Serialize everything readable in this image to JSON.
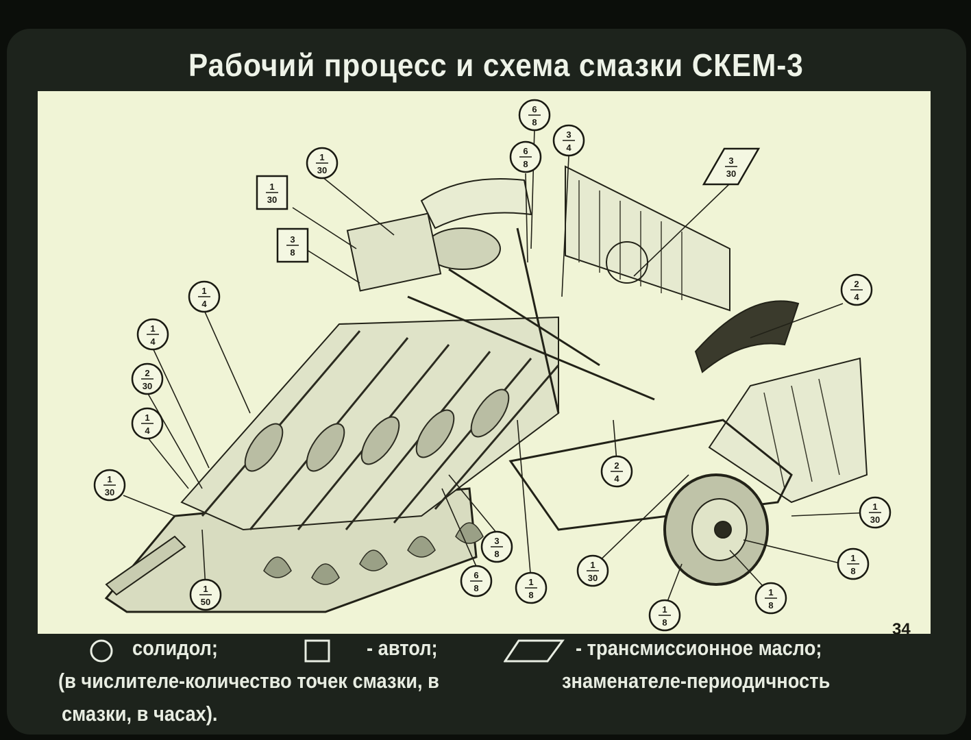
{
  "title": "Рабочий процесс и схема смазки СКЕМ-3",
  "page_number": "34",
  "legend": {
    "circle_label": "солидол;",
    "square_label": "- автол;",
    "parallelogram_label": "- трансмиссионное масло;",
    "line2_a": "(в числителе-количество точек смазки, в",
    "line2_b": "знаменателе-периодичность",
    "line3": "смазки, в часах)."
  },
  "callouts": [
    {
      "id": "c1",
      "shape": "circle",
      "num": "6",
      "den": "8"
    },
    {
      "id": "c2",
      "shape": "circle",
      "num": "3",
      "den": "4"
    },
    {
      "id": "c3",
      "shape": "circle",
      "num": "6",
      "den": "8"
    },
    {
      "id": "c4",
      "shape": "circle",
      "num": "1",
      "den": "30"
    },
    {
      "id": "c5",
      "shape": "square",
      "num": "1",
      "den": "30"
    },
    {
      "id": "c6",
      "shape": "square",
      "num": "3",
      "den": "8"
    },
    {
      "id": "c7",
      "shape": "parallelogram",
      "num": "3",
      "den": "30"
    },
    {
      "id": "c8",
      "shape": "circle",
      "num": "1",
      "den": "4"
    },
    {
      "id": "c9",
      "shape": "circle",
      "num": "1",
      "den": "4"
    },
    {
      "id": "c10",
      "shape": "circle",
      "num": "2",
      "den": "30"
    },
    {
      "id": "c11",
      "shape": "circle",
      "num": "1",
      "den": "4"
    },
    {
      "id": "c12",
      "shape": "circle",
      "num": "1",
      "den": "30"
    },
    {
      "id": "c13",
      "shape": "circle",
      "num": "2",
      "den": "4"
    },
    {
      "id": "c14",
      "shape": "circle",
      "num": "2",
      "den": "4"
    },
    {
      "id": "c15",
      "shape": "circle",
      "num": "1",
      "den": "30"
    },
    {
      "id": "c16",
      "shape": "circle",
      "num": "1",
      "den": "8"
    },
    {
      "id": "c17",
      "shape": "circle",
      "num": "1",
      "den": "8"
    },
    {
      "id": "c18",
      "shape": "circle",
      "num": "1",
      "den": "30"
    },
    {
      "id": "c19",
      "shape": "circle",
      "num": "1",
      "den": "8"
    },
    {
      "id": "c20",
      "shape": "circle",
      "num": "1",
      "den": "8"
    },
    {
      "id": "c21",
      "shape": "circle",
      "num": "6",
      "den": "8"
    },
    {
      "id": "c22",
      "shape": "circle",
      "num": "3",
      "den": "8"
    },
    {
      "id": "c23",
      "shape": "circle",
      "num": "1",
      "den": "50"
    }
  ]
}
